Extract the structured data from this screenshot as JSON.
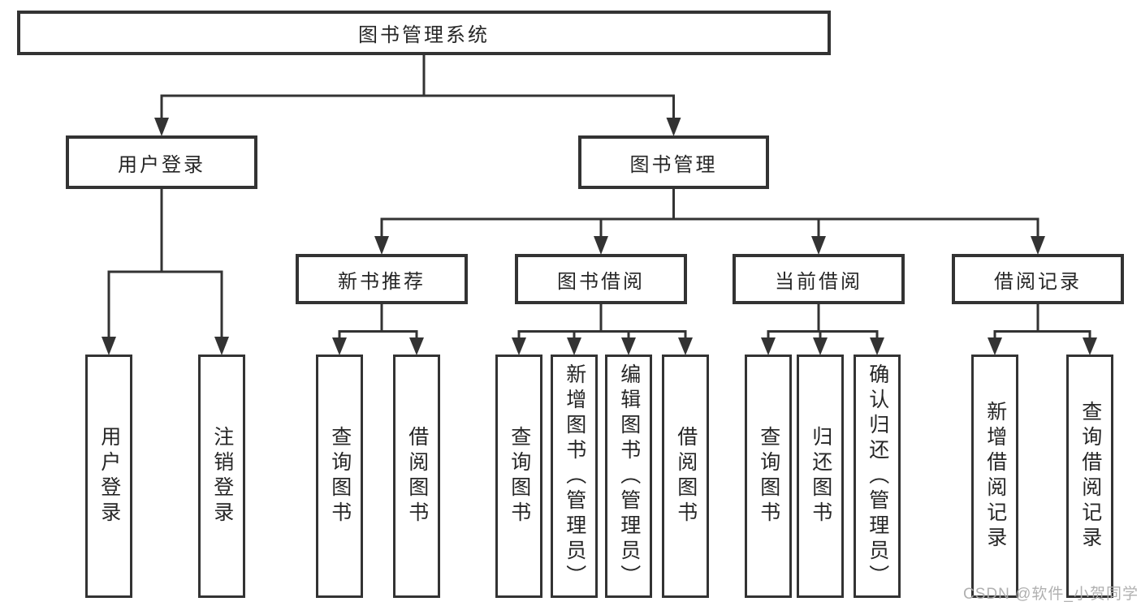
{
  "diagram_title": "图书管理系统",
  "nodes": {
    "root": "图书管理系统",
    "user_login": "用户登录",
    "book_mgmt": "图书管理",
    "new_book_rec": "新书推荐",
    "book_borrow": "图书借阅",
    "current_borrow": "当前借阅",
    "borrow_record": "借阅记录",
    "leaf_user_login": "用户登录",
    "leaf_logout": "注销登录",
    "rec_query_book": "查询图书",
    "rec_borrow_book": "借阅图书",
    "bb_query_book": "查询图书",
    "bb_add_book": "新增图书（管理员）",
    "bb_edit_book": "编辑图书（管理员）",
    "bb_borrow_book": "借阅图书",
    "cb_query_book": "查询图书",
    "cb_return_book": "归还图书",
    "cb_confirm_return": "确认归还（管理员）",
    "br_add_record": "新增借阅记录",
    "br_query_record": "查询借阅记录"
  },
  "hierarchy": {
    "图书管理系统": {
      "用户登录": [
        "用户登录",
        "注销登录"
      ],
      "图书管理": {
        "新书推荐": [
          "查询图书",
          "借阅图书"
        ],
        "图书借阅": [
          "查询图书",
          "新增图书（管理员）",
          "编辑图书（管理员）",
          "借阅图书"
        ],
        "当前借阅": [
          "查询图书",
          "归还图书",
          "确认归还（管理员）"
        ],
        "借阅记录": [
          "新增借阅记录",
          "查询借阅记录"
        ]
      }
    }
  },
  "colors": {
    "line": "#333333",
    "text": "#262626",
    "box_background": "#ffffff",
    "watermark": "#acacac"
  },
  "watermark": "CSDN @软件_小贺同学"
}
